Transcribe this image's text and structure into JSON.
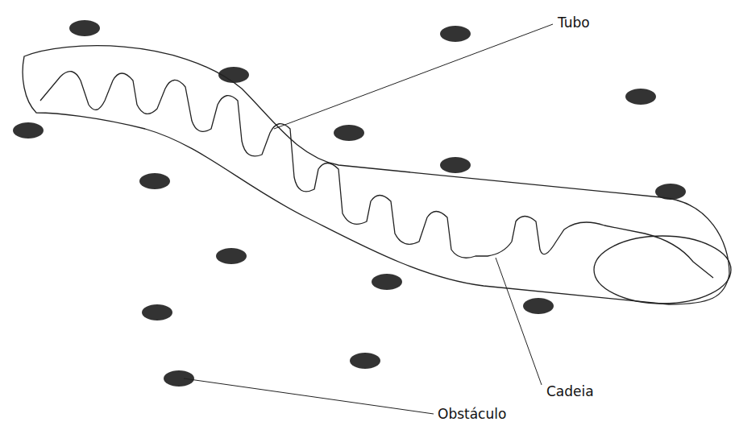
{
  "diagram": {
    "labels": [
      "Tubo",
      "Cadeia",
      "Obstáculo"
    ]
  }
}
